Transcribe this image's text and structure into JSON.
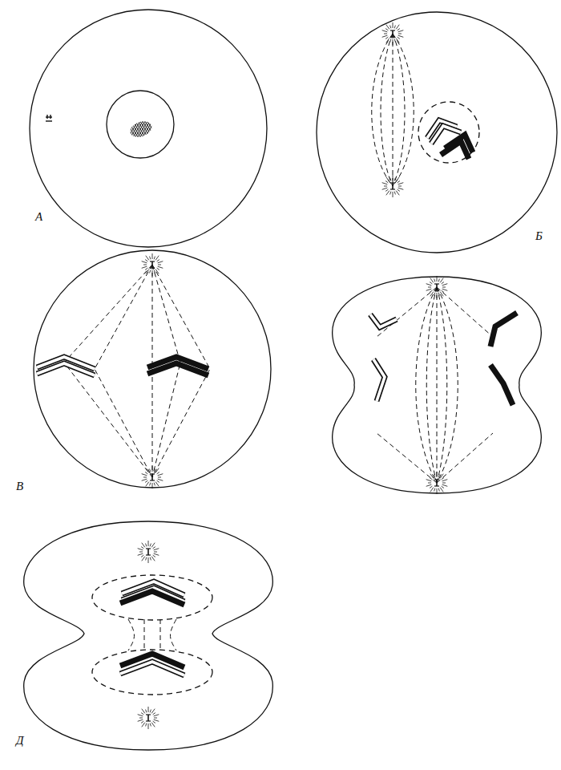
{
  "diagram": {
    "labels": [
      "А",
      "Б",
      "В",
      "Д"
    ]
  }
}
